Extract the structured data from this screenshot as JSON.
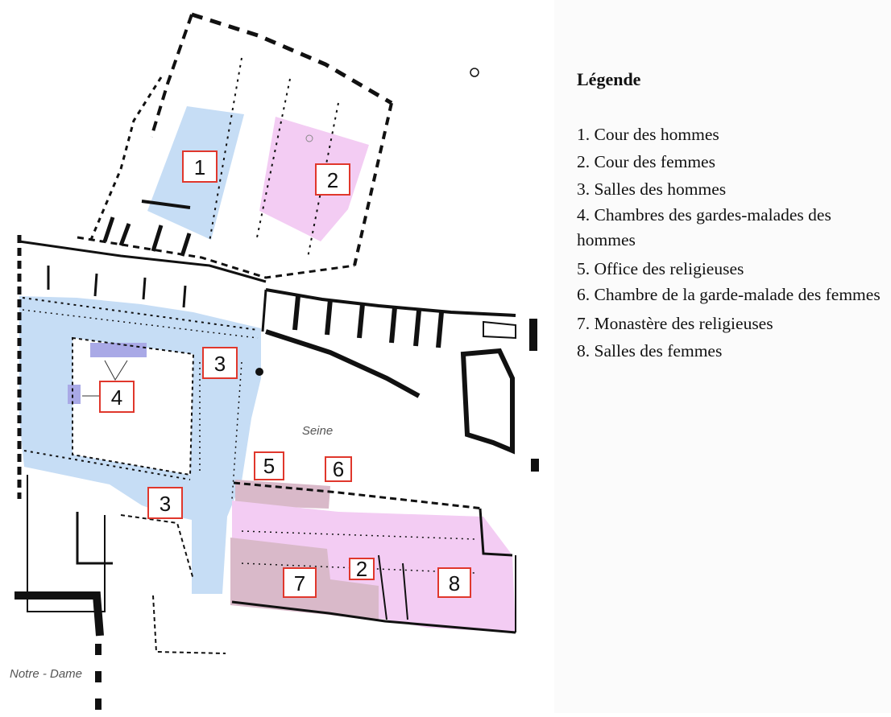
{
  "legend": {
    "title": "Légende",
    "items": [
      "1. Cour des hommes",
      "2. Cour des femmes",
      "3. Salles des hommes",
      "4. Chambres des gardes-malades des hommes",
      "5. Office des religieuses",
      "6. Chambre de la garde-malade des femmes",
      "7. Monastère des religieuses",
      "8. Salles des femmes"
    ]
  },
  "map": {
    "river_label": "Seine",
    "church_label": "Notre - Dame",
    "markers": {
      "m1": "1",
      "m2a": "2",
      "m3a": "3",
      "m4": "4",
      "m3b": "3",
      "m5": "5",
      "m6": "6",
      "m7": "7",
      "m2b": "2",
      "m8": "8"
    },
    "colors": {
      "men_zone": "#c6ddf5",
      "women_zone": "#f3ccf3",
      "monastery_zone": "#d9b9c9",
      "guard_rooms": "#a9a9e6",
      "marker_border": "#e0372c",
      "wall": "#111111"
    }
  }
}
